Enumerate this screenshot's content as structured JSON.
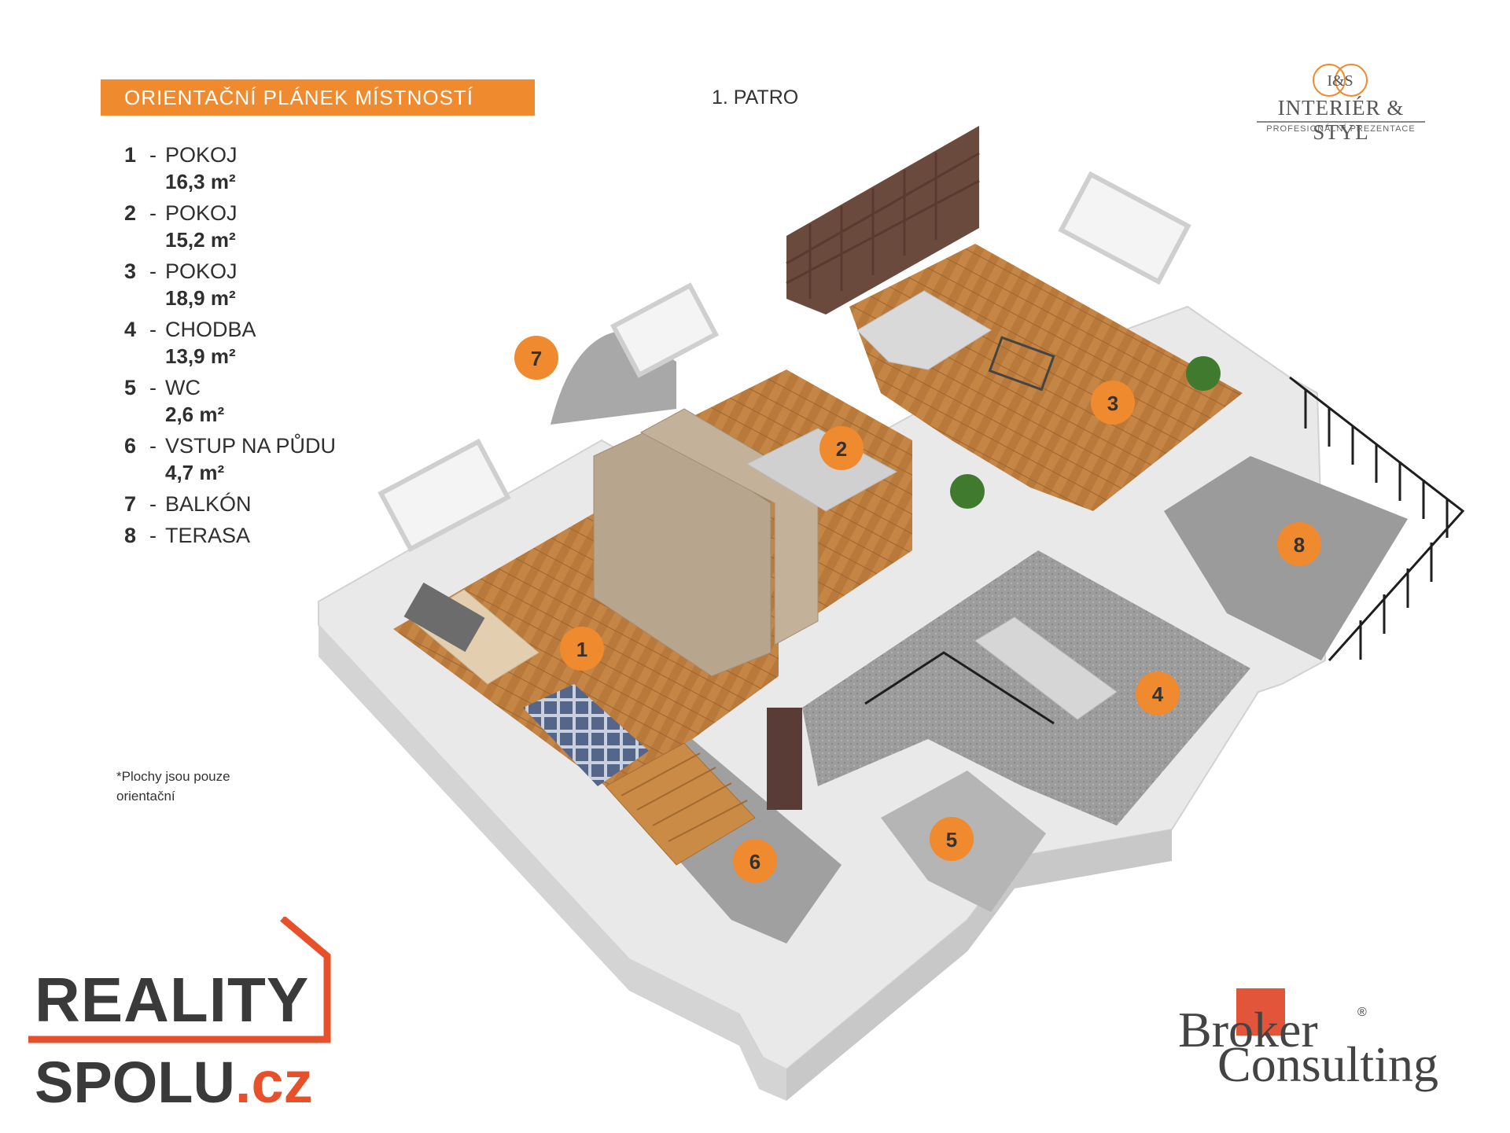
{
  "header": {
    "title": "ORIENTAČNÍ PLÁNEK MÍSTNOSTÍ",
    "floor": "1. PATRO"
  },
  "legend": [
    {
      "num": "1",
      "name": "POKOJ",
      "area": "16,3 m²"
    },
    {
      "num": "2",
      "name": "POKOJ",
      "area": "15,2 m²"
    },
    {
      "num": "3",
      "name": "POKOJ",
      "area": "18,9 m²"
    },
    {
      "num": "4",
      "name": "CHODBA",
      "area": "13,9 m²"
    },
    {
      "num": "5",
      "name": "WC",
      "area": "2,6 m²"
    },
    {
      "num": "6",
      "name": "VSTUP NA PŮDU",
      "area": "4,7 m²"
    },
    {
      "num": "7",
      "name": "BALKÓN",
      "area": ""
    },
    {
      "num": "8",
      "name": "TERASA",
      "area": ""
    }
  ],
  "note": "*Plochy jsou pouze orientační",
  "markers": [
    "1",
    "2",
    "3",
    "4",
    "5",
    "6",
    "7",
    "8"
  ],
  "logos": {
    "is_monogram": "I&S",
    "is_name": "INTERIÉR & STYL",
    "is_tagline": "PROFESIONÁLNÍ PREZENTACE",
    "reality_line1": "REALITY",
    "reality_line2": "SPOLU",
    "reality_tld": ".cz",
    "broker_line1": "Broker",
    "broker_line2": "Consulting",
    "broker_reg": "®"
  },
  "colors": {
    "accent": "#f08a2e",
    "wood_floor": "#b8793a",
    "tile_floor": "#9a9a9a",
    "walls": "#ececec",
    "bookcase": "#6b4a3e",
    "reality_red": "#e8502b",
    "broker_red": "#e2553b"
  }
}
